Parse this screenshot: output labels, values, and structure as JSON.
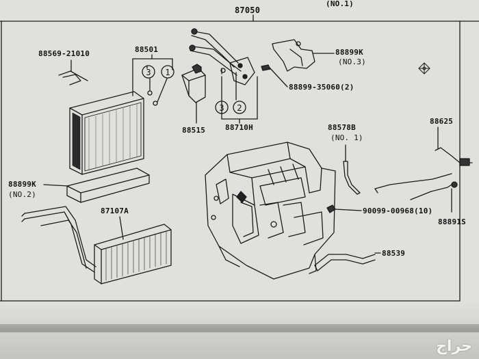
{
  "header": {
    "main_part": "87050",
    "top_right_partial": "(NO.1)"
  },
  "parts": {
    "screw_top_left": "88569-21010",
    "valve_kit": "88501",
    "oring_1": "1",
    "oring_3a": "3",
    "oring_3b": "3",
    "oring_2": "2",
    "expansion_valve": "88515",
    "tube_kit": "88710H",
    "bracket_no3": "88899K",
    "bracket_no3_sub": "(NO.3)",
    "bolt": "88899-35060(2)",
    "bracket_no2": "88899K",
    "bracket_no2_sub": "(NO.2)",
    "evaporator": "87107A",
    "sensor_no1": "88578B",
    "sensor_no1_sub": "(NO. 1)",
    "thermistor": "88625",
    "screw_right": "90099-00968(10)",
    "wire_right": "88891S",
    "drain_hose": "88539"
  },
  "watermark": "حراج"
}
